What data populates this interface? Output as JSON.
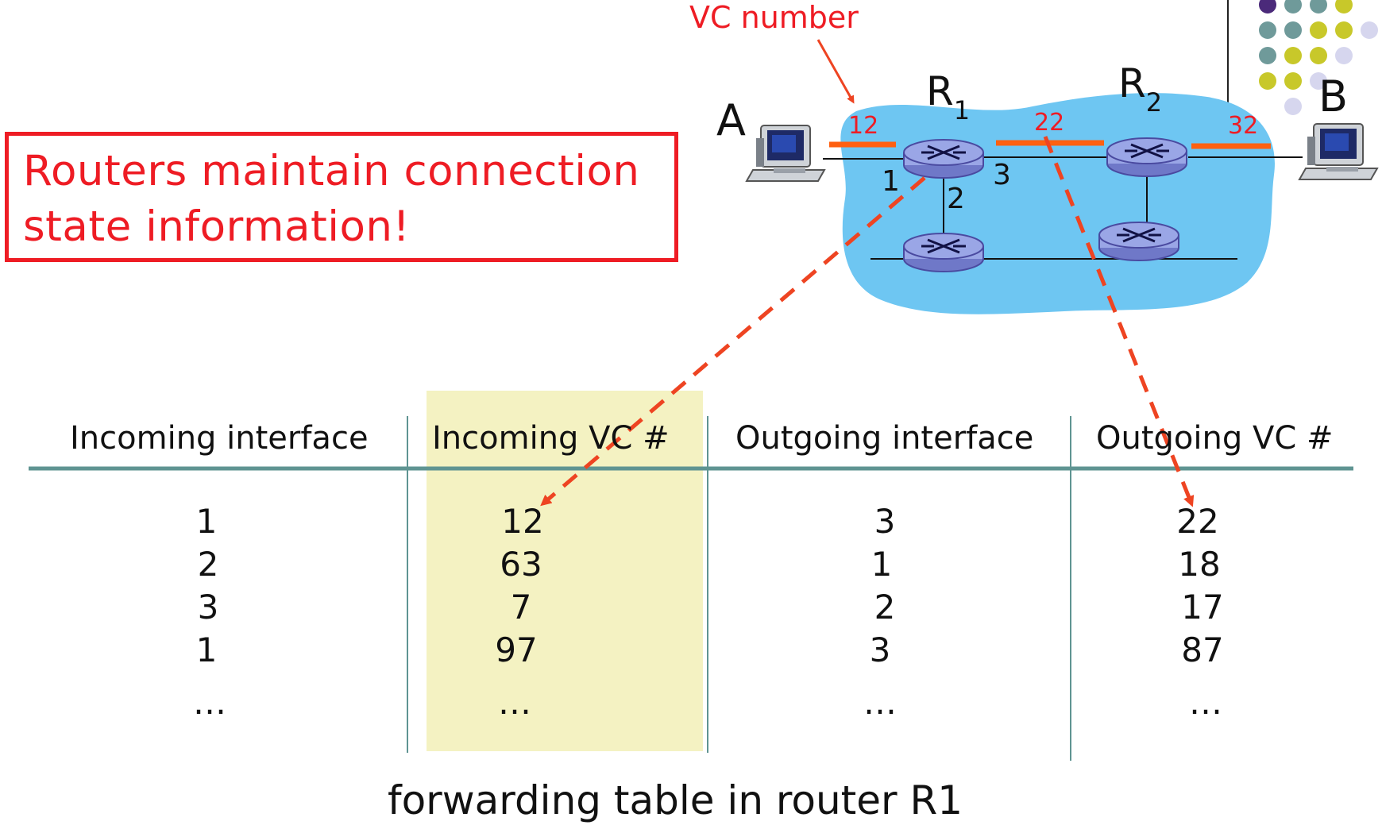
{
  "callout": {
    "line1": "Routers maintain connection",
    "line2": "state information!"
  },
  "annotation": {
    "vc_number_label": "VC number"
  },
  "network": {
    "host_a": "A",
    "host_b": "B",
    "router_r1": "R",
    "router_r1_sub": "1",
    "router_r2": "R",
    "router_r2_sub": "2",
    "link_vc_a_r1": "12",
    "link_vc_r1_r2": "22",
    "link_vc_r2_b": "32",
    "r1_iface_1": "1",
    "r1_iface_2": "2",
    "r1_iface_3": "3"
  },
  "table": {
    "headers": [
      "Incoming interface",
      "Incoming VC #",
      "Outgoing interface",
      "Outgoing VC #"
    ],
    "rows": [
      [
        "1",
        "12",
        "3",
        "22"
      ],
      [
        "2",
        "63",
        "1",
        "18"
      ],
      [
        "3",
        "7",
        "2",
        "17"
      ],
      [
        "1",
        "97",
        "3",
        "87"
      ],
      [
        "…",
        "…",
        "…",
        "…"
      ]
    ]
  },
  "caption": "forwarding table in router R1",
  "colors": {
    "accent_red": "#ee1c24",
    "arrow_orange": "#ee4422",
    "link_orange": "#ff6010",
    "cloud_blue": "#6ec6f2",
    "router_fill": "#9aa6e6",
    "router_stroke": "#4a4aa0",
    "table_rule": "#5f9492",
    "column_highlight": "#f4f2c2",
    "dot_purple": "#4b2a7a",
    "dot_teal": "#6f9a9a",
    "dot_olive": "#c8c82a",
    "dot_lavender": "#d6d6ee"
  }
}
